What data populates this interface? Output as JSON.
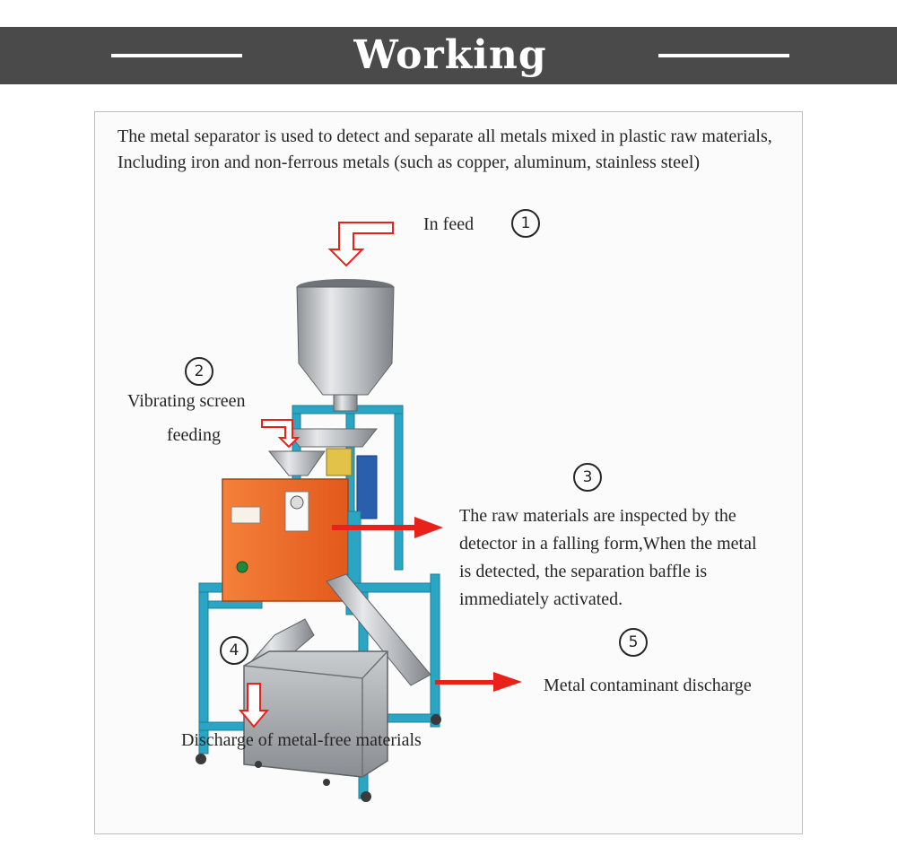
{
  "header": {
    "title": "Working Principle"
  },
  "intro": "The metal separator is used to detect and separate all metals mixed in plastic raw materials, Including iron and non-ferrous metals (such as copper, aluminum, stainless steel)",
  "steps": [
    {
      "number": "1",
      "label": "In feed"
    },
    {
      "number": "2",
      "label_line1": "Vibrating screen",
      "label_line2": "feeding"
    },
    {
      "number": "3",
      "lines": [
        "The raw materials are inspected by the",
        "detector in a falling form,When the metal",
        "is detected, the separation baffle is",
        "immediately activated."
      ]
    },
    {
      "number": "4",
      "label": "Discharge of metal-free materials"
    },
    {
      "number": "5",
      "label": "Metal contaminant discharge"
    }
  ],
  "colors": {
    "frame": "#2aa6c4",
    "body": "#f06c2a",
    "steel": "#b9bcbf",
    "arrow": "#e8221b"
  }
}
